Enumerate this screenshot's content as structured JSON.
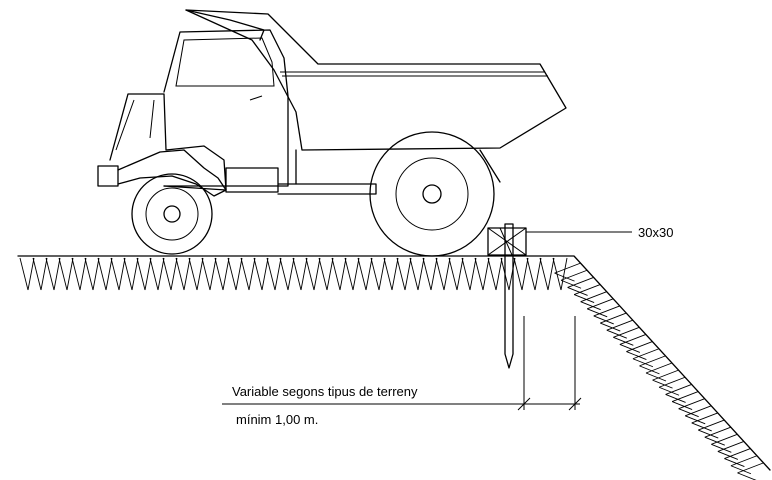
{
  "labels": {
    "block_size": "30x30",
    "distance_line1": "Variable segons tipus de terreny",
    "distance_line2": "mínim 1,00 m."
  },
  "colors": {
    "line": "#000000",
    "background": "#ffffff"
  }
}
